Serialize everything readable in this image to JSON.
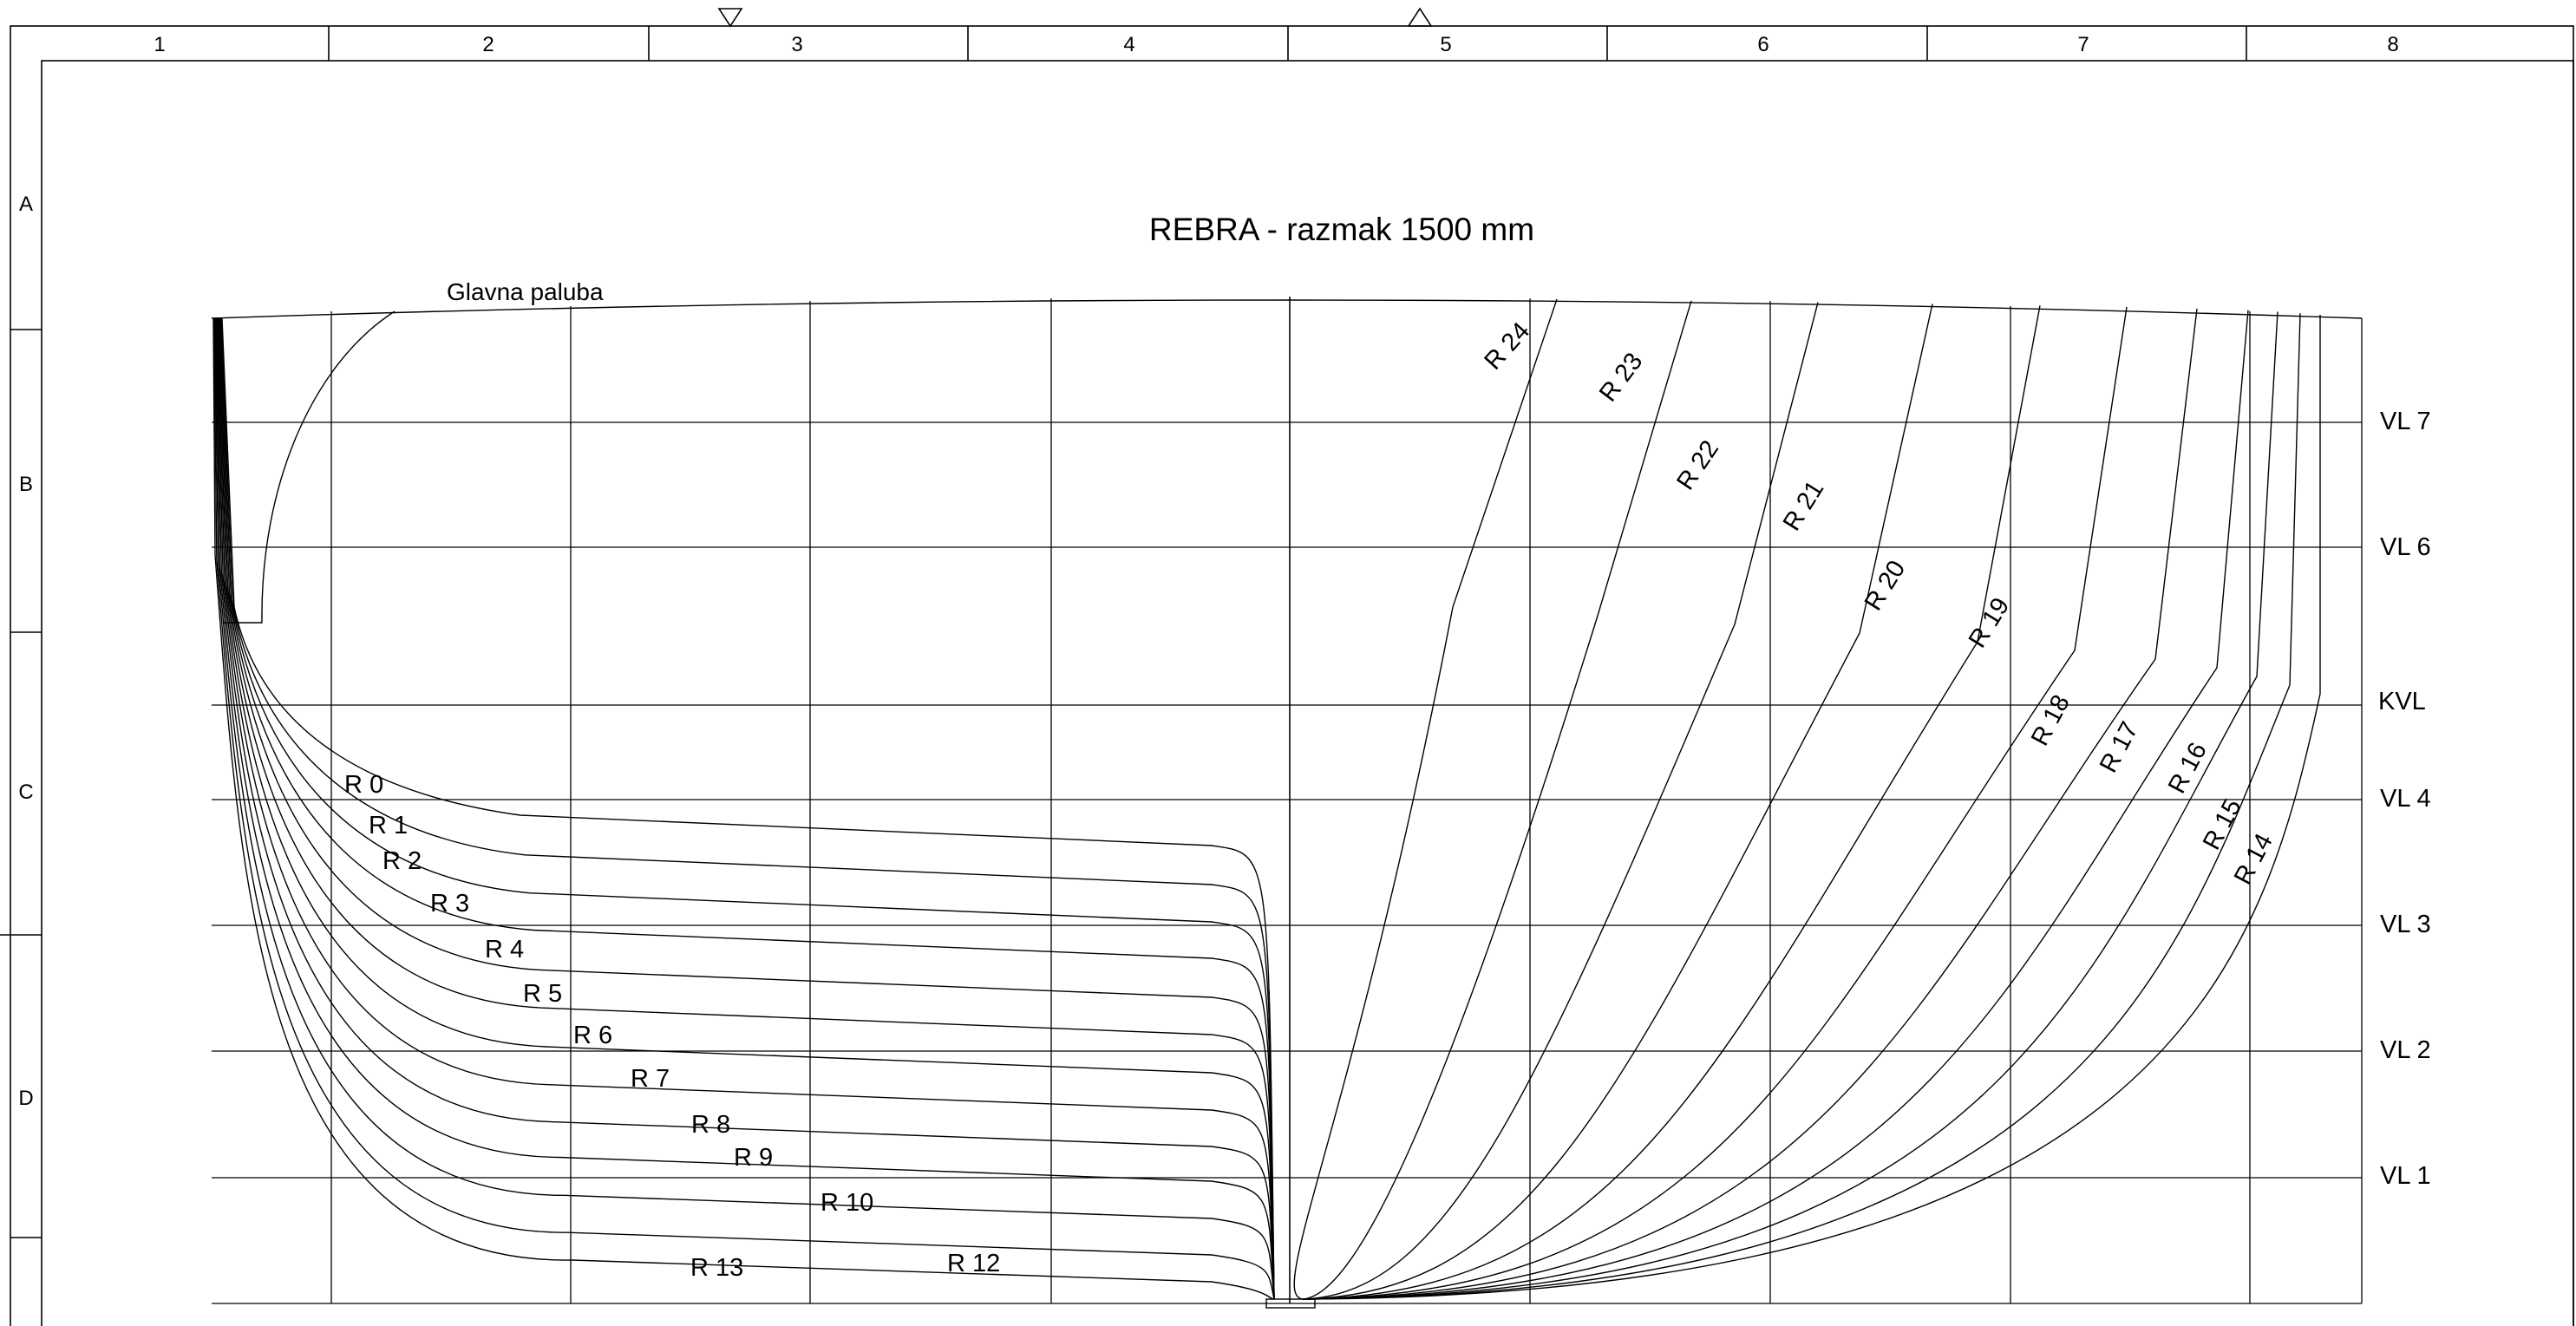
{
  "title": "REBRA - razmak 1500 mm",
  "deck_label": "Glavna paluba",
  "border": {
    "columns": [
      "1",
      "2",
      "3",
      "4",
      "5",
      "6",
      "7",
      "8"
    ],
    "rows": [
      "A",
      "B",
      "C",
      "D"
    ]
  },
  "waterlines": [
    "VL 7",
    "VL 6",
    "KVL",
    "VL 4",
    "VL 3",
    "VL 2",
    "VL 1"
  ],
  "aft_frames": [
    "R 0",
    "R 1",
    "R 2",
    "R 3",
    "R 4",
    "R 5",
    "R 6",
    "R 7",
    "R 8",
    "R 9",
    "R 10",
    "R 12",
    "R 13"
  ],
  "fore_frames": [
    "R 14",
    "R 15",
    "R 16",
    "R 17",
    "R 18",
    "R 19",
    "R 20",
    "R 21",
    "R 22",
    "R 23",
    "R 24"
  ]
}
